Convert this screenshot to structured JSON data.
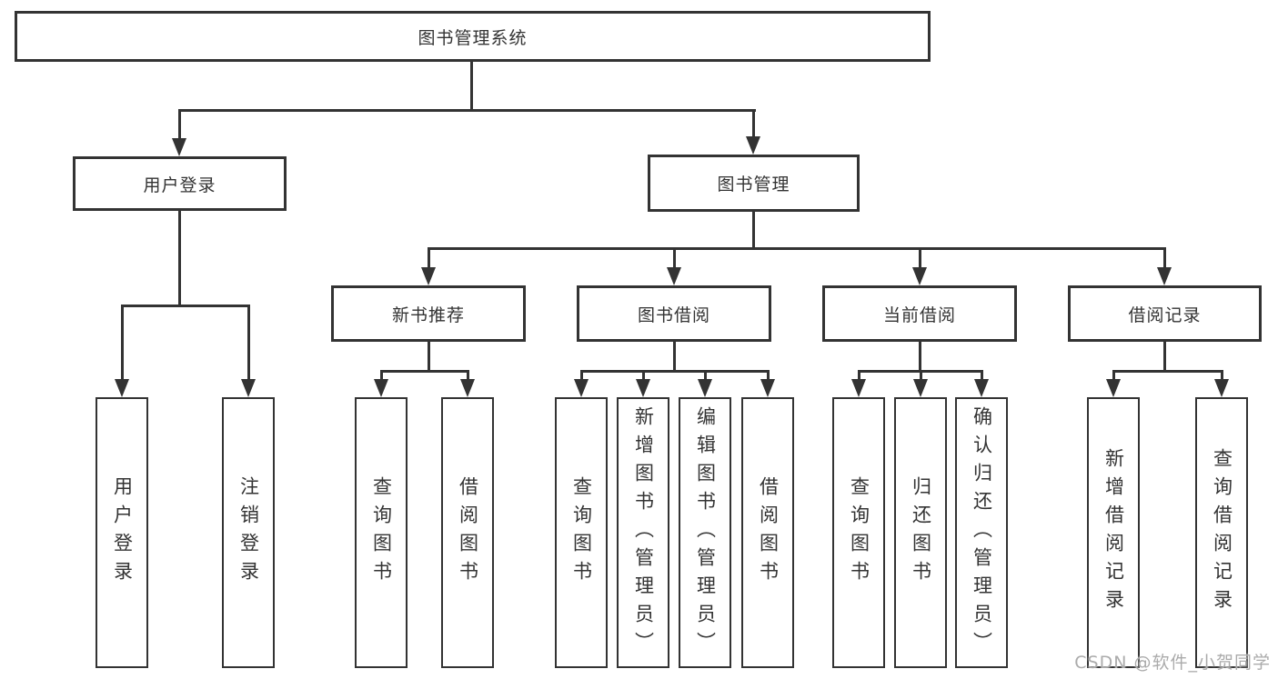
{
  "colors": {
    "line": "#333333",
    "text": "#333333",
    "background": "#ffffff",
    "watermark": "#ababab"
  },
  "watermark": {
    "text": "CSDN @软件_小贺同学"
  },
  "tree": {
    "root": {
      "label": "图书管理系统"
    },
    "branches": [
      {
        "label": "用户登录",
        "leaves": [
          {
            "label": "用户登录"
          },
          {
            "label": "注销登录"
          }
        ]
      },
      {
        "label": "图书管理",
        "children": [
          {
            "label": "新书推荐",
            "leaves": [
              {
                "label": "查询图书"
              },
              {
                "label": "借阅图书"
              }
            ]
          },
          {
            "label": "图书借阅",
            "leaves": [
              {
                "label": "查询图书"
              },
              {
                "label": "新增图书（管理员）"
              },
              {
                "label": "编辑图书（管理员）"
              },
              {
                "label": "借阅图书"
              }
            ]
          },
          {
            "label": "当前借阅",
            "leaves": [
              {
                "label": "查询图书"
              },
              {
                "label": "归还图书"
              },
              {
                "label": "确认归还（管理员）"
              }
            ]
          },
          {
            "label": "借阅记录",
            "leaves": [
              {
                "label": "新增借阅记录"
              },
              {
                "label": "查询借阅记录"
              }
            ]
          }
        ]
      }
    ]
  }
}
